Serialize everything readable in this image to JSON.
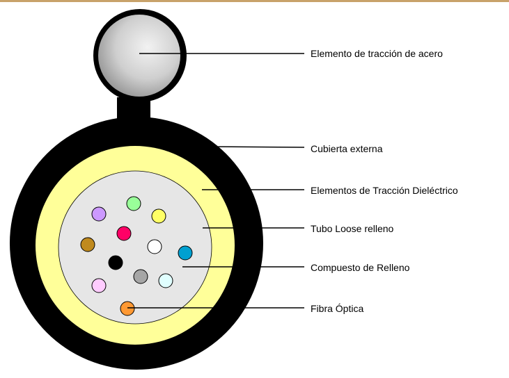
{
  "labels": {
    "steel_strength_member": "Elemento de tracción de acero",
    "outer_jacket": "Cubierta externa",
    "dielectric_strength_members": "Elementos de Tracción Dieléctrico",
    "loose_tube": "Tubo Loose relleno",
    "filling_compound": "Compuesto de Relleno",
    "optical_fiber": "Fibra Óptica"
  },
  "colors": {
    "frame_border": "#c8a26a",
    "jacket": "#000000",
    "dielectric_layer": "#ffff99",
    "filling": "#e6e6e6",
    "leader_line": "#000000"
  },
  "fibers": [
    {
      "color": "purple",
      "fill": "#cc99ff"
    },
    {
      "color": "green",
      "fill": "#99ff99"
    },
    {
      "color": "yellow",
      "fill": "#ffff66"
    },
    {
      "color": "red",
      "fill": "#ff0066"
    },
    {
      "color": "brown",
      "fill": "#c08a1e"
    },
    {
      "color": "white",
      "fill": "#ffffff"
    },
    {
      "color": "blue",
      "fill": "#00a0d0"
    },
    {
      "color": "black",
      "fill": "#000000"
    },
    {
      "color": "gray",
      "fill": "#a6a6a6"
    },
    {
      "color": "light-cyan",
      "fill": "#e0ffff"
    },
    {
      "color": "pink",
      "fill": "#ffccff"
    },
    {
      "color": "orange",
      "fill": "#ff9933"
    }
  ]
}
